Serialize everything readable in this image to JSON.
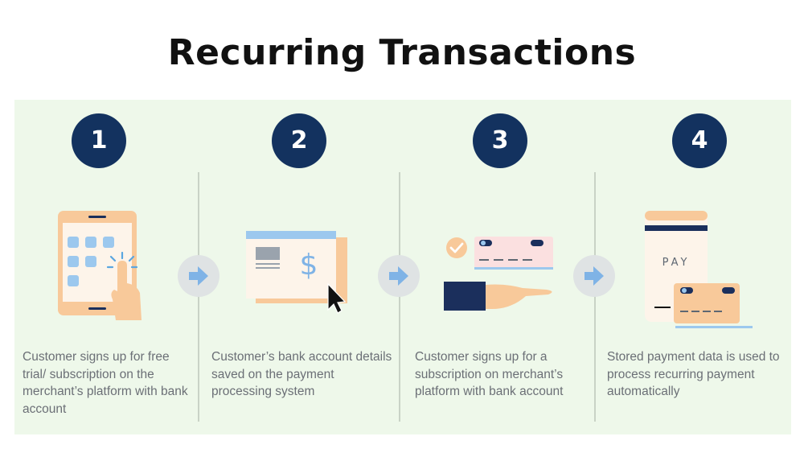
{
  "title": "Recurring Transactions",
  "colors": {
    "panel_bg": "#eef8ea",
    "circle": "#13325f",
    "accent_orange": "#f7c79a",
    "accent_blue": "#9cc8ee",
    "navy": "#1b2f5c"
  },
  "steps": [
    {
      "number": "1",
      "icon": "tablet-tap-icon",
      "description": "Customer signs up for free trial/ subscription on the merchant’s platform with bank account"
    },
    {
      "number": "2",
      "icon": "payment-system-window-icon",
      "description": "Customer’s bank account details saved on the payment processing system"
    },
    {
      "number": "3",
      "icon": "card-in-hand-icon",
      "description": "Customer signs up for a subscription on merchant’s platform with bank account"
    },
    {
      "number": "4",
      "icon": "pay-phone-card-icon",
      "pay_label": "PAY",
      "description": "Stored payment data is used to process recurring payment automatically"
    }
  ]
}
